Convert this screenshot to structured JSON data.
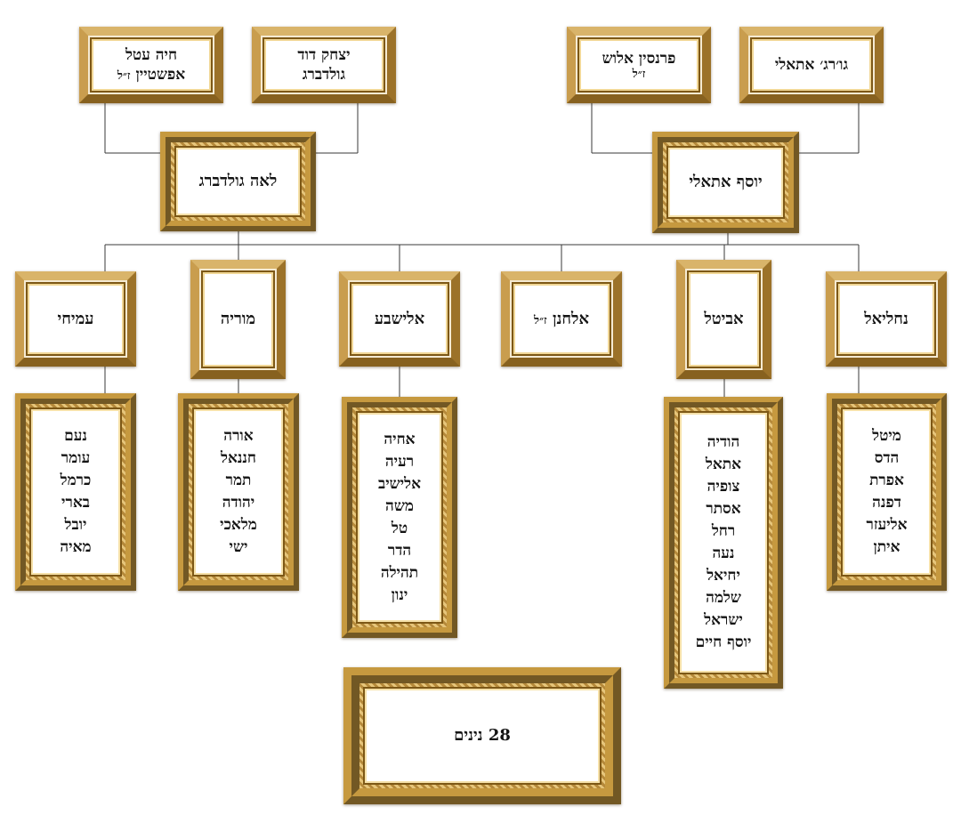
{
  "grandparents": {
    "mother_mother": {
      "name_line1": "חיה עטל",
      "name_line2": "אפשטיין",
      "suffix": "ז״ל"
    },
    "mother_father": {
      "name_line1": "יצחק דוד",
      "name_line2": "גולדברג"
    },
    "father_mother": {
      "name_line1": "פרנסין אלוש",
      "suffix": "ז״ל"
    },
    "father_father": {
      "name_line1": "גו׳רג׳ אתאלי"
    }
  },
  "parents": {
    "mother": "לאה גולדברג",
    "father": "יוסף אתאלי"
  },
  "children": [
    {
      "name": "עמיחי",
      "grandchildren": [
        "נעם",
        "עומר",
        "כרמל",
        "בארי",
        "יובל",
        "מאיה"
      ]
    },
    {
      "name": "מוריה",
      "grandchildren": [
        "אורה",
        "חננאל",
        "תמר",
        "יהודה",
        "מלאכי",
        "ישי"
      ]
    },
    {
      "name": "אלישבע",
      "grandchildren": [
        "אחיה",
        "רעיה",
        "אלישיב",
        "משה",
        "טל",
        "הדר",
        "תהילה",
        "ינון"
      ]
    },
    {
      "name": "אלחנן",
      "suffix": "ז״ל",
      "grandchildren": []
    },
    {
      "name": "אביטל",
      "grandchildren": [
        "הודיה",
        "אתאל",
        "צופיה",
        "אסתר",
        "רחל",
        "נעה",
        "יחיאל",
        "שלמה",
        "ישראל",
        "יוסף חיים"
      ]
    },
    {
      "name": "נחליאל",
      "grandchildren": [
        "מיטל",
        "הדס",
        "אפרת",
        "דפנה",
        "אליעזר",
        "איתן"
      ]
    }
  ],
  "total": {
    "count": "28",
    "label": "נינים"
  }
}
